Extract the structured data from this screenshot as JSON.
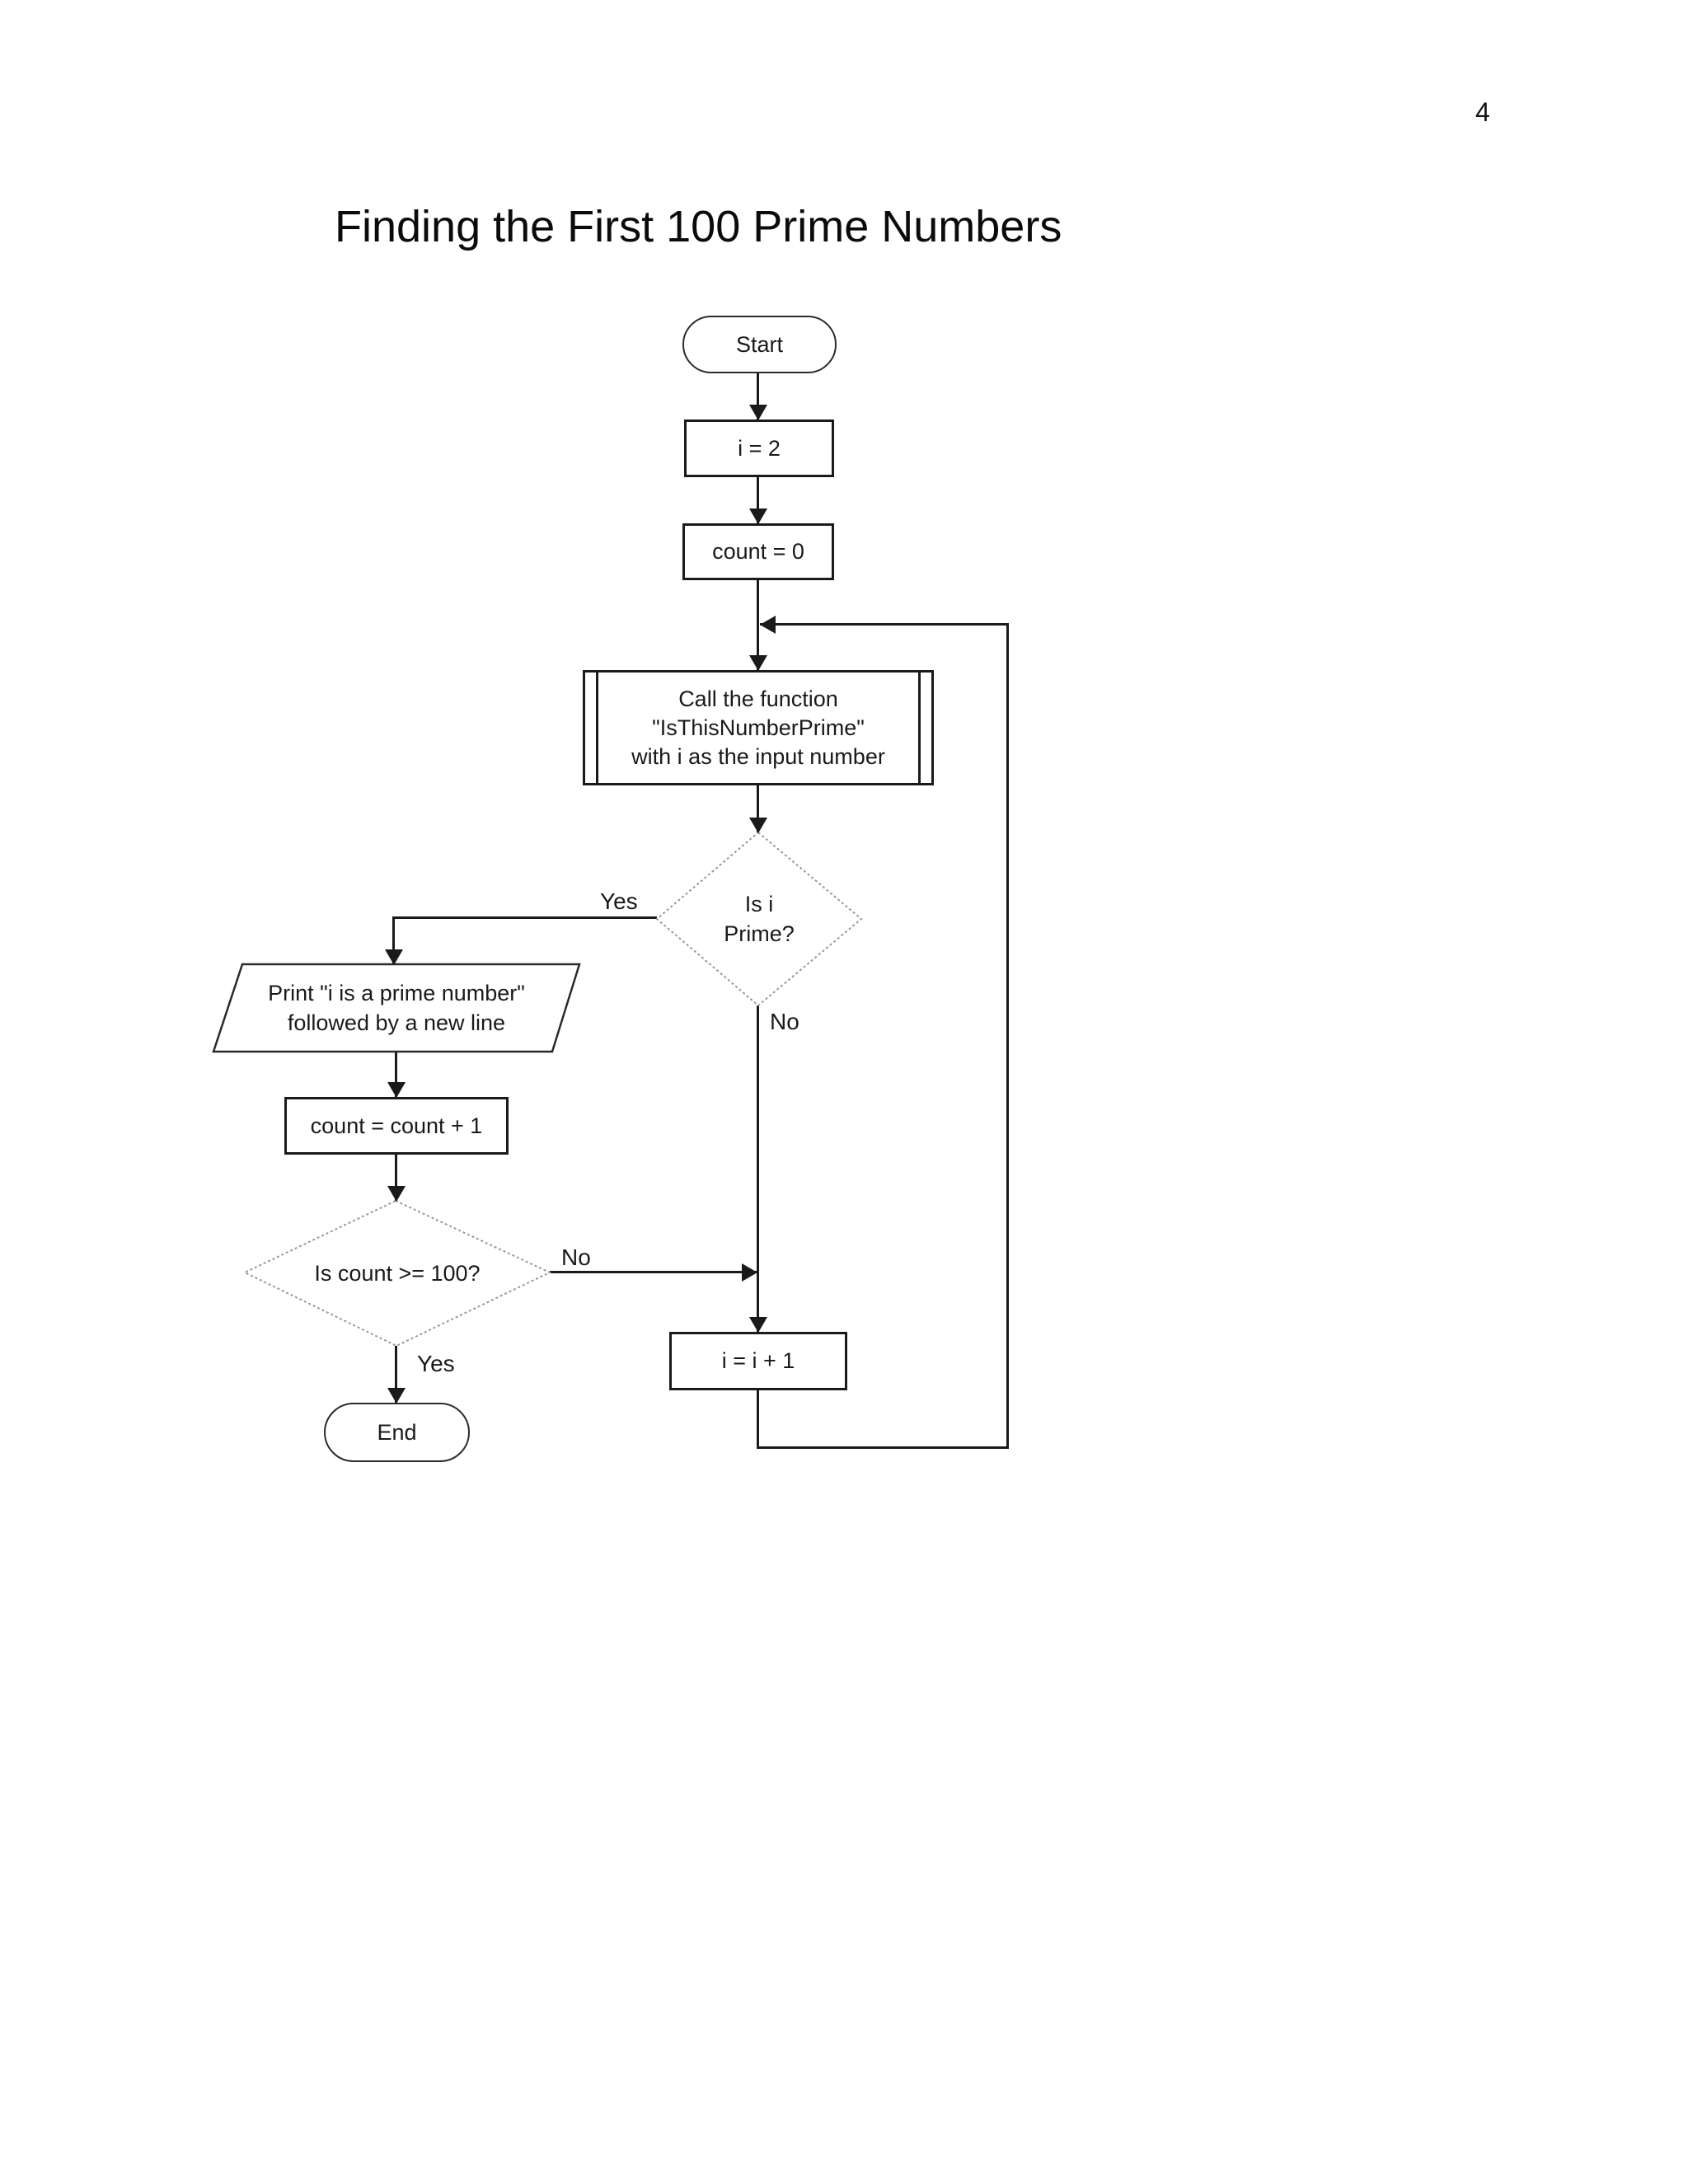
{
  "page": {
    "number": "4",
    "title": "Finding the First 100 Prime Numbers"
  },
  "nodes": {
    "start": {
      "label": "Start",
      "type": "terminator"
    },
    "set_i": {
      "label": "i = 2",
      "type": "process"
    },
    "set_count": {
      "label": "count = 0",
      "type": "process"
    },
    "call_function": {
      "type": "predefined-process",
      "line1": "Call the function",
      "line2": "\"IsThisNumberPrime\"",
      "line3": "with i as the input number"
    },
    "is_i_prime": {
      "type": "decision",
      "line1": "Is i",
      "line2": "Prime?"
    },
    "print_prime": {
      "type": "input-output",
      "line1": "Print \"i is a prime number\"",
      "line2": "followed by a new line"
    },
    "inc_count": {
      "label": "count = count + 1",
      "type": "process"
    },
    "is_count_100": {
      "label": "Is count >= 100?",
      "type": "decision"
    },
    "end": {
      "label": "End",
      "type": "terminator"
    },
    "inc_i": {
      "label": "i = i + 1",
      "type": "process"
    }
  },
  "edge_labels": {
    "prime_yes": "Yes",
    "prime_no": "No",
    "count_no": "No",
    "count_yes": "Yes"
  },
  "colors": {
    "line": "#1a1a1a",
    "decision_border": "#999999",
    "text": "#1a1a1a",
    "background": "#ffffff"
  }
}
